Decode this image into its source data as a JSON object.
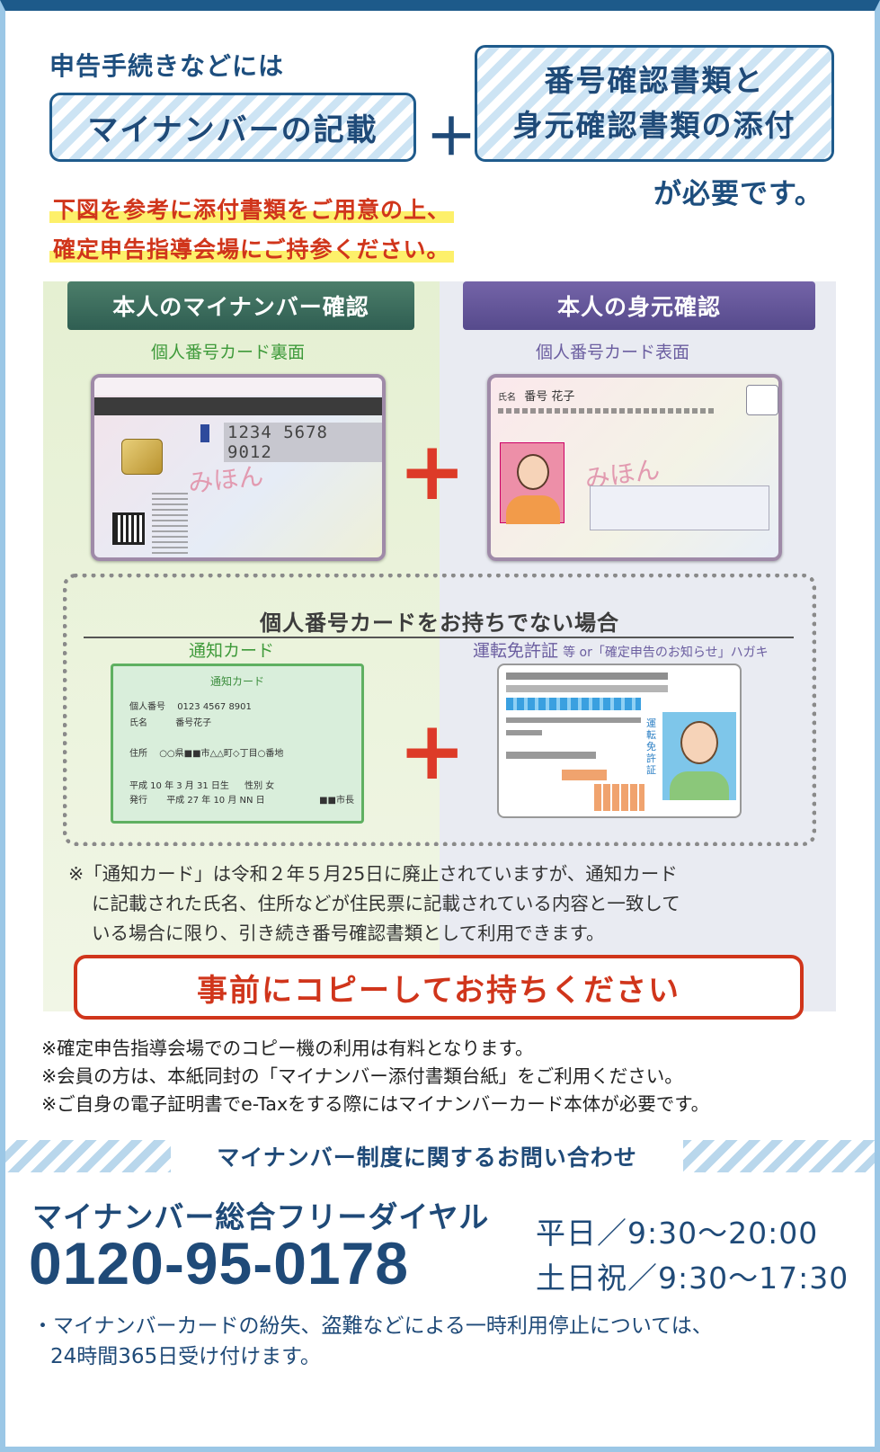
{
  "header": {
    "intro": "申告手続きなどには",
    "mynumber_box": "マイナンバーの記載",
    "plus": "＋",
    "docs_box_line1": "番号確認書類と",
    "docs_box_line2": "身元確認書類の添付",
    "required": "が必要です。",
    "red_note_line1": "下図を参考に添付書類をご用意の上、",
    "red_note_line2": "確定申告指導会場にご持参ください。"
  },
  "panel": {
    "left_tab": "本人のマイナンバー確認",
    "right_tab": "本人の身元確認",
    "left_sub": "個人番号カード裏面",
    "right_sub": "個人番号カード表面",
    "card_back": {
      "number": "1234 5678 9012",
      "stamp": "みほん"
    },
    "card_front": {
      "name_label": "氏名",
      "name": "番号 花子",
      "stamp": "みほん"
    },
    "no_card_title": "個人番号カードをお持ちでない場合",
    "notice_label": "通知カード",
    "license_label": "運転免許証",
    "license_suffix": "等 or「確定申告のお知らせ」ハガキ",
    "notice_card": {
      "title": "通知カード",
      "number_label": "個人番号",
      "number": "0123 4567 8901",
      "name_label": "氏名",
      "name": "番号花子",
      "address_label": "住所",
      "address": "○○県■■市△△町◇丁目○番地",
      "birth": "平成 10 年 3 月 31 日生",
      "sex": "性別 女",
      "issue_label": "発行",
      "issue": "平成 27 年 10 月 NN 日",
      "issuer": "■■市長"
    },
    "license_vertical": "運転免許証",
    "disclaimer_line1": "※「通知カード」は令和２年５月25日に廃止されていますが、通知カード",
    "disclaimer_line2": "に記載された氏名、住所などが住民票に記載されている内容と一致して",
    "disclaimer_line3": "いる場合に限り、引き続き番号確認書類として利用できます。"
  },
  "copy_button": "事前にコピーしてお持ちください",
  "notes": [
    "※確定申告指導会場でのコピー機の利用は有料となります。",
    "※会員の方は、本紙同封の「マイナンバー添付書類台紙」をご利用ください。",
    "※ご自身の電子証明書でe-Taxをする際にはマイナンバーカード本体が必要です。"
  ],
  "contact": {
    "band_title": "マイナンバー制度に関するお問い合わせ",
    "dial_name": "マイナンバー総合フリーダイヤル",
    "dial_number": "0120-95-0178",
    "hours_weekday": "平日／9:30〜20:00",
    "hours_weekend": "土日祝／9:30〜17:30",
    "note_line1": "・マイナンバーカードの紛失、盗難などによる一時利用停止については、",
    "note_line2": "24時間365日受け付けます。"
  },
  "colors": {
    "navy": "#1f4a78",
    "accent_red": "#d0351b",
    "green_tab": "#3c6e5e",
    "purple_tab": "#655a9c",
    "highlight": "#fdf06a"
  }
}
